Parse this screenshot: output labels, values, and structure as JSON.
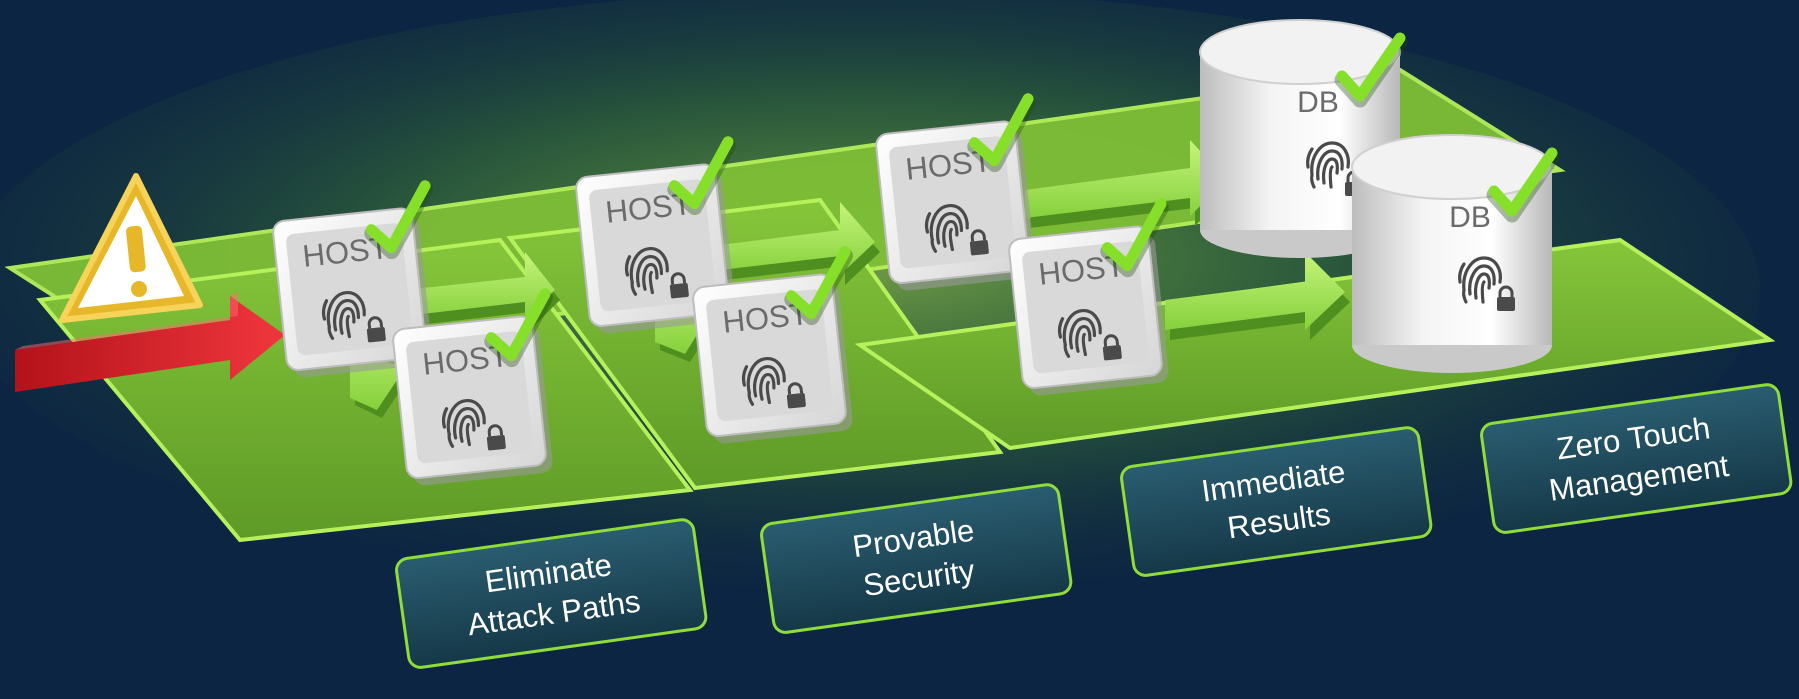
{
  "colors": {
    "background": "#0c2542",
    "platform": "#6fae2b",
    "platform_edge": "#a9ef4e",
    "arrow_green": "#a6ea5a",
    "arrow_red": "#e0242b",
    "check": "#7ed321",
    "caption_fill": "#1e4a5e",
    "caption_border": "#8fdc3a",
    "warning": "#f2c12e"
  },
  "nodes": {
    "host_label": "HOST",
    "db_label": "DB"
  },
  "captions": {
    "c1": {
      "line1": "Eliminate",
      "line2": "Attack Paths"
    },
    "c2": {
      "line1": "Provable",
      "line2": "Security"
    },
    "c3": {
      "line1": "Immediate",
      "line2": "Results"
    },
    "c4": {
      "line1": "Zero Touch",
      "line2": "Management"
    }
  },
  "icons": {
    "warning": "warning-triangle-icon",
    "check": "checkmark-icon",
    "fingerprint": "fingerprint-lock-icon",
    "database": "database-cylinder-icon"
  }
}
